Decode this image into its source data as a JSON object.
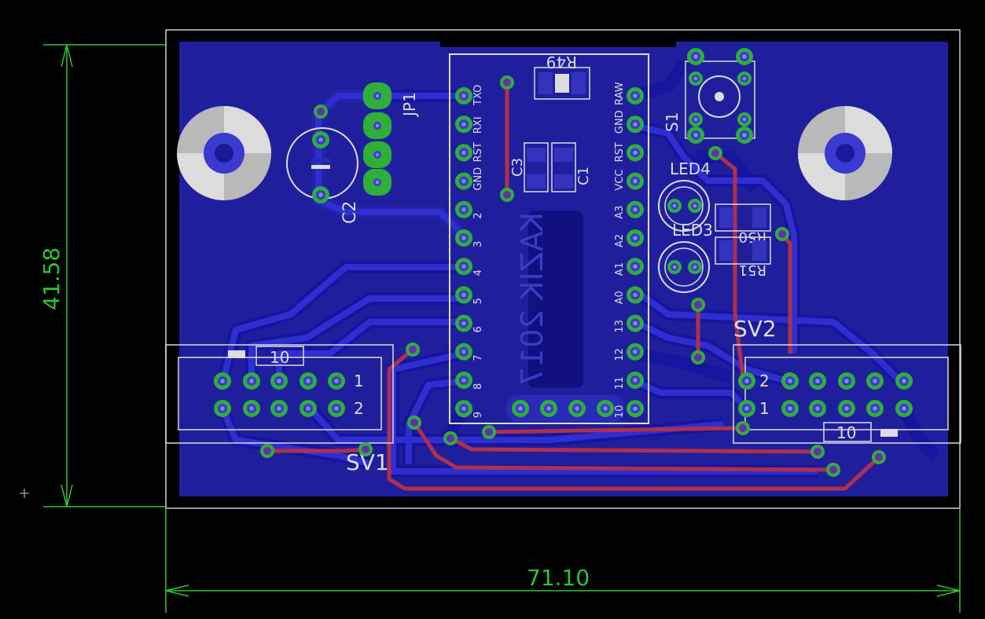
{
  "board": {
    "dim_width": "71.10",
    "dim_height": "41.58"
  },
  "labels": {
    "jp1": "JP1",
    "c2": "C2",
    "r49": "R49",
    "c1": "C1",
    "c3": "C3",
    "s1": "S1",
    "led4": "LED4",
    "led3": "LED3",
    "r50": "R50",
    "r51": "R51",
    "sv1": "SV1",
    "sv2": "SV2",
    "sv1_pin10": "10",
    "sv1_pin1": "1",
    "sv1_pin2": "2",
    "sv2_pin10": "10",
    "sv2_pin1": "1",
    "sv2_pin2": "2",
    "bottom_text": "KAZIK 2017",
    "mcu_left_pins": [
      "TXO",
      "RXI",
      "RST",
      "GND",
      "2",
      "3",
      "4",
      "5",
      "6",
      "7",
      "8",
      "9"
    ],
    "mcu_right_pins": [
      "RAW",
      "GND",
      "RST",
      "VCC",
      "A3",
      "A2",
      "A1",
      "A0",
      "13",
      "12",
      "11",
      "10"
    ]
  },
  "colors": {
    "board": "#1f1f9e",
    "top_copper": "#b0304a",
    "bottom_copper": "#2a2ab8",
    "pad": "#2fae3a",
    "silkscreen": "#dcdcdc",
    "dimension": "#2fc42f"
  }
}
